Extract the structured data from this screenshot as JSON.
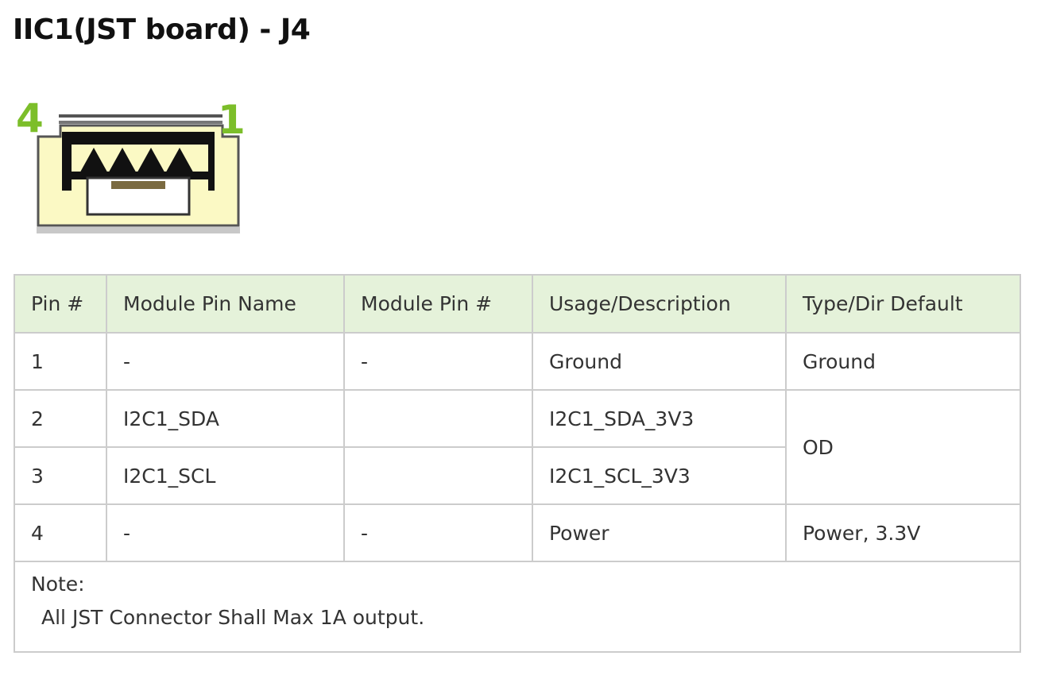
{
  "page": {
    "title": "IIC1(JST board) - J4"
  },
  "connector": {
    "left_pin_label": "4",
    "right_pin_label": "1",
    "colors": {
      "label_green": "#7cbe2a",
      "body_fill": "#fbf9c4",
      "outline": "#111111",
      "shadow": "#c8c8c8"
    }
  },
  "table": {
    "headers": [
      "Pin #",
      "Module Pin Name",
      "Module Pin #",
      "Usage/Description",
      "Type/Dir Default"
    ],
    "rows": [
      {
        "pin": "1",
        "module_pin_name": "-",
        "module_pin_num": "-",
        "usage": "Ground",
        "type": "Ground"
      },
      {
        "pin": "2",
        "module_pin_name": "I2C1_SDA",
        "module_pin_num": "",
        "usage": "I2C1_SDA_3V3",
        "type": "OD"
      },
      {
        "pin": "3",
        "module_pin_name": "I2C1_SCL",
        "module_pin_num": "",
        "usage": "I2C1_SCL_3V3"
      },
      {
        "pin": "4",
        "module_pin_name": "-",
        "module_pin_num": "-",
        "usage": "Power",
        "type": "Power, 3.3V"
      }
    ],
    "note": {
      "label": "Note:",
      "text": "All JST Connector Shall Max 1A output."
    },
    "colors": {
      "header_bg": "#e5f2da",
      "border": "#cccccc"
    }
  }
}
